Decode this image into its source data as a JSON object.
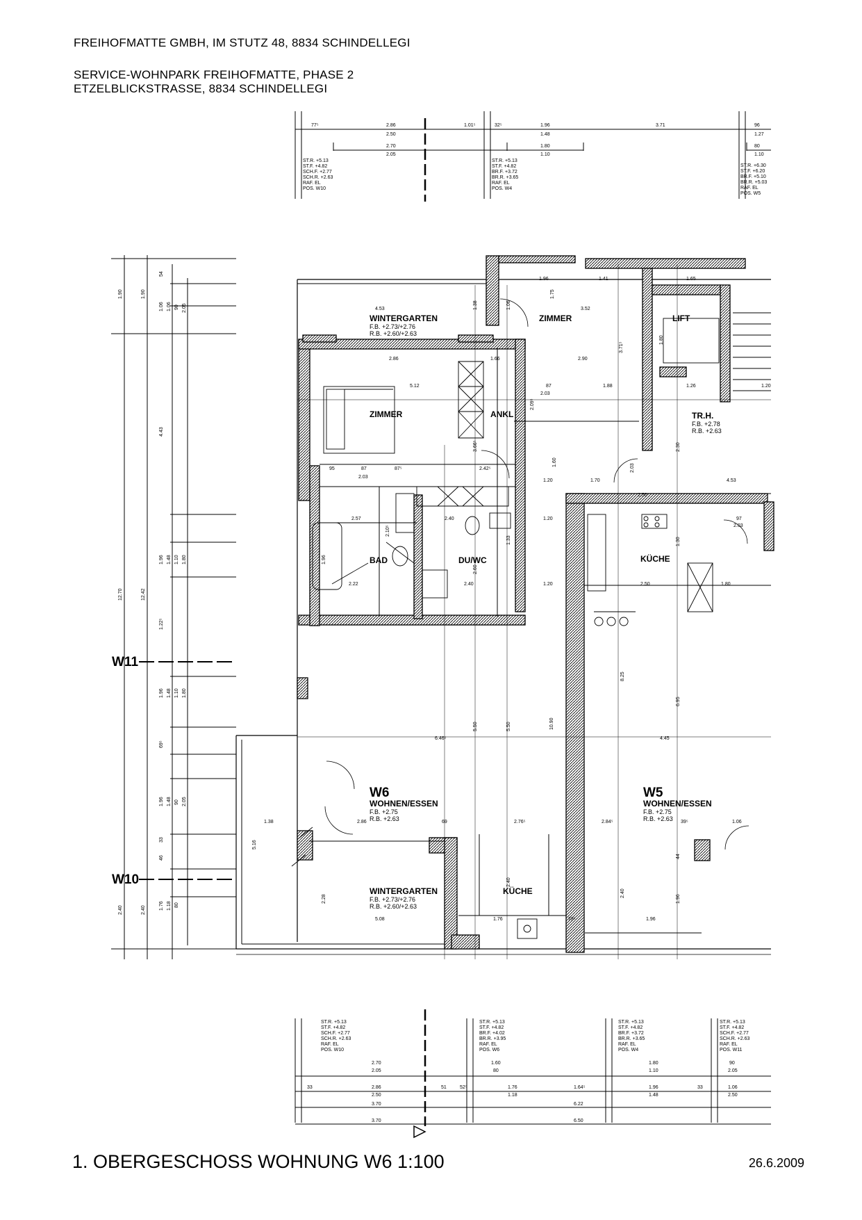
{
  "header": {
    "line1": "FREIHOFMATTE GMBH, IM STUTZ 48, 8834 SCHINDELLEGI",
    "line2": "SERVICE-WOHNPARK FREIHOFMATTE, PHASE 2",
    "line3": "ETZELBLICKSTRASSE, 8834 SCHINDELLEGI"
  },
  "footer": {
    "title": "1. OBERGESCHOSS WOHNUNG W6 1:100",
    "date": "26.6.2009"
  },
  "rooms": {
    "wintergarten_top": {
      "name": "WINTERGARTEN",
      "fb": "F.B. +2.73/+2.76",
      "rb": "R.B. +2.60/+2.63"
    },
    "zimmer_top": {
      "name": "ZIMMER"
    },
    "lift": {
      "name": "LIFT"
    },
    "zimmer_main": {
      "name": "ZIMMER"
    },
    "ankl": {
      "name": "ANKL"
    },
    "trh": {
      "name": "TR.H.",
      "fb": "F.B. +2.78",
      "rb": "R.B. +2.63"
    },
    "bad": {
      "name": "BAD"
    },
    "du_wc": {
      "name": "DU/WC"
    },
    "kueche_w5": {
      "name": "KÜCHE"
    },
    "w6": {
      "name": "W6",
      "sub": "WOHNEN/ESSEN",
      "fb": "F.B. +2.75",
      "rb": "R.B. +2.63"
    },
    "w5": {
      "name": "W5",
      "sub": "WOHNEN/ESSEN",
      "fb": "F.B. +2.75",
      "rb": "R.B. +2.63"
    },
    "wintergarten_bottom": {
      "name": "WINTERGARTEN",
      "fb": "F.B. +2.73/+2.76",
      "rb": "R.B. +2.60/+2.63"
    },
    "kueche_w6": {
      "name": "KÜCHE"
    }
  },
  "axis_labels": {
    "w11": "W11",
    "w10": "W10"
  },
  "top_dims": {
    "d1": "77⁵",
    "d2": "2.86",
    "d3": "2.50",
    "d4": "1.01⁵",
    "d5": "32⁵",
    "d6": "1.96",
    "d7": "1.48",
    "d8": "3.71",
    "d9": "96",
    "d10": "1.27",
    "d11": "2.70",
    "d12": "2.05",
    "d13": "1.80",
    "d14": "1.10",
    "d15": "80",
    "d16": "1.10"
  },
  "top_window_specs": [
    {
      "l1": "ST.R. +5.13",
      "l2": "ST.F. +4.82",
      "l3": "SCH.F. +2.77",
      "l4": "SCH.R. +2.63",
      "l5": "RAF. EL",
      "l6": "POS. W10"
    },
    {
      "l1": "ST.R. +5.13",
      "l2": "ST.F. +4.82",
      "l3": "BR.F. +3.72",
      "l4": "BR.R. +3.65",
      "l5": "RAF. EL",
      "l6": "POS. W4"
    },
    {
      "l1": "ST.R. +6.30",
      "l2": "ST.F. +6.20",
      "l3": "BR.F. +5.10",
      "l4": "BR.R. +5.03",
      "l5": "RAF. EL",
      "l6": "POS. W5"
    }
  ],
  "bottom_window_specs": [
    {
      "l1": "ST.R. +5.13",
      "l2": "ST.F. +4.82",
      "l3": "SCH.F. +2.77",
      "l4": "SCH.R. +2.63",
      "l5": "RAF. EL",
      "l6": "POS. W10"
    },
    {
      "l1": "ST.R. +5.13",
      "l2": "ST.F. +4.82",
      "l3": "BR.F. +4.02",
      "l4": "BR.R. +3.95",
      "l5": "RAF. EL",
      "l6": "POS. W6"
    },
    {
      "l1": "ST.R. +5.13",
      "l2": "ST.F. +4.82",
      "l3": "BR.F. +3.72",
      "l4": "BR.R. +3.65",
      "l5": "RAF. EL",
      "l6": "POS. W4"
    },
    {
      "l1": "ST.R. +5.13",
      "l2": "ST.F. +4.82",
      "l3": "SCH.F. +2.77",
      "l4": "SCH.R. +2.63",
      "l5": "RAF. EL",
      "l6": "POS. W11"
    }
  ],
  "bottom_dims": {
    "a": "2.70",
    "b": "2.05",
    "c": "1.60",
    "d": "80",
    "e": "1.80",
    "f": "1.10",
    "g": "90",
    "h": "2.05",
    "i": "33",
    "j": "2.86",
    "k": "2.50",
    "l": "51",
    "m": "52⁵",
    "n": "1.76",
    "o": "1.18",
    "p": "1.64⁵",
    "q": "1.96",
    "r": "1.48",
    "s": "33",
    "t": "1.06",
    "u": "2.50",
    "v": "3.70",
    "w": "6.22",
    "x": "3.70",
    "y": "6.50"
  },
  "left_dims": {
    "a": "1.90",
    "b": "1.90",
    "c": "54",
    "d": "1.06",
    "e": "1.06",
    "f": "90",
    "g": "2.05",
    "h": "12.70",
    "i": "12.42",
    "j": "4.43",
    "k": "1.96",
    "l": "1.48",
    "m": "1.10",
    "n": "1.80",
    "o": "1.22⁵",
    "p": "1.96",
    "q": "1.48",
    "r": "1.10",
    "s": "1.80",
    "t": "69⁵",
    "u": "1.96",
    "v": "1.48",
    "w": "2.05",
    "x": "90",
    "y": "33",
    "z": "46",
    "aa": "2.40",
    "ab": "2.40",
    "ac": "1.76",
    "ad": "1.18",
    "ae": "80"
  },
  "interior_dims": {
    "a": "4.53",
    "b": "1.38",
    "c": "1.06",
    "d": "1.75",
    "e": "3.52",
    "f": "1.96",
    "g": "1.41",
    "h": "1.65",
    "i": "2.86",
    "j": "1.66",
    "k": "2.90",
    "l": "5.12",
    "m": "87",
    "n": "1.88",
    "o": "1.26",
    "p": "1.20",
    "q": "2.09⁵",
    "r": "3.71⁵",
    "s": "2.03",
    "t": "1.80",
    "u": "95",
    "v": "87",
    "w": "87⁵",
    "x": "2.42⁵",
    "y": "2.03",
    "z": "3.66⁵",
    "aa": "1.60",
    "ab": "1.20",
    "ac": "1.70",
    "ad": "2.03",
    "ae": "2.30",
    "af": "4.53",
    "ag": "2.57",
    "ah": "2.40",
    "ai": "2.10⁵",
    "aj": "2.60",
    "ak": "1.33",
    "al": "1.20",
    "am": "2.50",
    "an": "97",
    "ao": "2.03",
    "ap": "1.30",
    "aq": "1.96",
    "ar": "2.22",
    "as": "2.40",
    "at": "1.20",
    "au": "2.50",
    "av": "1.80",
    "aw": "10.90",
    "ax": "8.25",
    "ay": "6.95",
    "az": "6.46⁵",
    "ba": "5.50",
    "bb": "5.50",
    "bc": "4.45",
    "bd": "1.38",
    "be": "2.86",
    "bf": "69",
    "bg": "2.76⁵",
    "bh": "2.84⁵",
    "bi": "39⁵",
    "bj": "1.06",
    "bk": "5.16",
    "bl": "2.28",
    "bm": "5.08",
    "bn": "2.40",
    "bo": "1.76",
    "bp": "73⁵",
    "bq": "1.96",
    "br": "2.40",
    "bs": "1.96",
    "bt": "44"
  }
}
